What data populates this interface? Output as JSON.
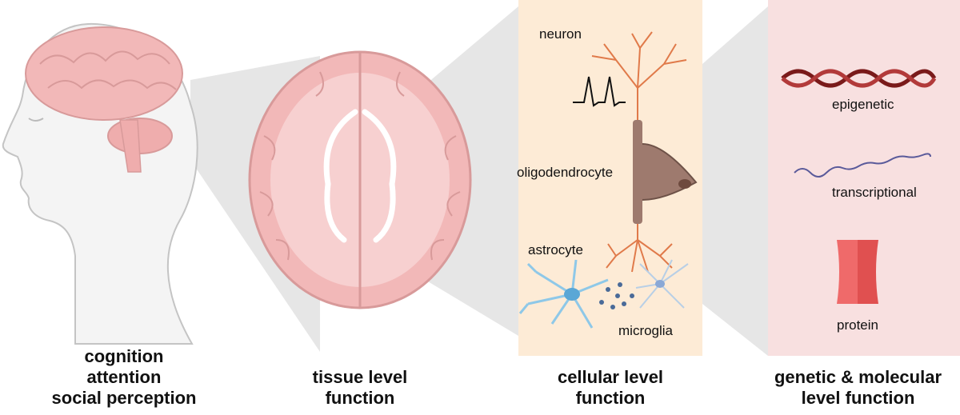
{
  "panels": {
    "behavior": {
      "caption_lines": [
        "cognition",
        "attention",
        "social perception"
      ]
    },
    "tissue": {
      "caption_lines": [
        "tissue level",
        "function"
      ]
    },
    "cellular": {
      "caption_lines": [
        "cellular level",
        "function"
      ],
      "bg_color": "#fdebd6",
      "labels": {
        "neuron": "neuron",
        "oligodendrocyte": "oligodendrocyte",
        "astrocyte": "astrocyte",
        "microglia": "microglia"
      }
    },
    "molecular": {
      "caption_lines": [
        "genetic & molecular",
        "level function"
      ],
      "bg_color": "#f8e0e0",
      "labels": {
        "epigenetic": "epigenetic",
        "transcriptional": "transcriptional",
        "protein": "protein"
      }
    }
  },
  "colors": {
    "brain_pink": "#f2b8b8",
    "neuron": "#e07a4a",
    "oligodendrocyte": "#9e7a6e",
    "astrocyte": "#8ec8e8",
    "dna": "#7a1a1a",
    "protein": "#ef6a6a"
  }
}
